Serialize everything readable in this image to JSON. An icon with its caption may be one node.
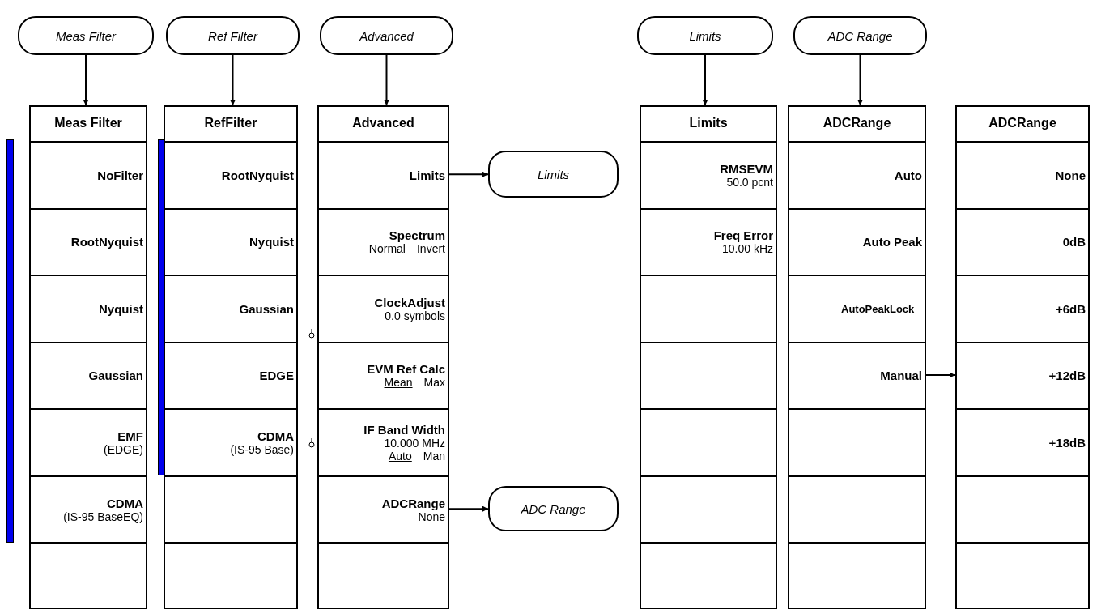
{
  "diagram": {
    "nodes": [
      {
        "text": [
          "Meas Filter"
        ]
      },
      {
        "text": [
          "Ref Filter"
        ]
      },
      {
        "text": [
          "Advanced"
        ]
      },
      {
        "text": [
          "Limits"
        ]
      },
      {
        "text": [
          "ADC Range"
        ]
      },
      {
        "text": [
          "Meas Filter"
        ]
      },
      {
        "text": [
          "NoFilter"
        ],
        "in": 5
      },
      {
        "text": [
          "RootNyquist"
        ],
        "in": 5
      },
      {
        "text": [
          "Nyquist"
        ],
        "in": 5
      },
      {
        "text": [
          "Gaussian"
        ],
        "in": 5
      },
      {
        "text": [
          "EMF",
          "(EDGE)"
        ],
        "in": 5
      },
      {
        "text": [
          "CDMA",
          "(IS-95 BaseEQ)"
        ],
        "in": 5
      },
      {
        "text": [],
        "shape": "box",
        "in": 5
      },
      {
        "text": [
          "RefFilter"
        ]
      },
      {
        "text": [
          "RootNyquist"
        ],
        "in": 13
      },
      {
        "text": [
          "Nyquist"
        ],
        "in": 13
      },
      {
        "text": [
          "Gaussian"
        ],
        "in": 13
      },
      {
        "text": [
          "EDGE"
        ],
        "in": 13
      },
      {
        "text": [
          "CDMA",
          "(IS-95 Base)"
        ],
        "in": 13
      },
      {
        "text": [],
        "shape": "box",
        "in": 13
      },
      {
        "text": [],
        "shape": "box",
        "in": 13
      },
      {
        "text": [
          "Advanced"
        ]
      },
      {
        "text": [
          "Limits"
        ],
        "in": 21
      },
      {
        "text": [
          "Spectrum",
          "Normal",
          "Invert"
        ],
        "in": 21
      },
      {
        "text": [
          "ClockAdjust",
          "0.0 symbols"
        ],
        "in": 21
      },
      {
        "text": [
          "EVM Ref Calc",
          "Mean",
          "Max"
        ],
        "in": 21
      },
      {
        "text": [
          "IF Band Width",
          "10.000 MHz",
          "Auto",
          "Man"
        ],
        "in": 21
      },
      {
        "text": [
          "ADCRange",
          "None"
        ],
        "in": 21
      },
      {
        "text": [],
        "shape": "box",
        "in": 21
      },
      {
        "text": [
          "Limits"
        ]
      },
      {
        "text": [
          "ADC Range"
        ]
      },
      {
        "text": [
          "Limits"
        ]
      },
      {
        "text": [
          "RMSEVM",
          "50.0 pcnt"
        ],
        "in": 31
      },
      {
        "text": [
          "Freq Error",
          "10.00 kHz"
        ],
        "in": 31
      },
      {
        "text": [],
        "shape": "box",
        "in": 31
      },
      {
        "text": [],
        "shape": "box",
        "in": 31
      },
      {
        "text": [],
        "shape": "box",
        "in": 31
      },
      {
        "text": [],
        "shape": "box",
        "in": 31
      },
      {
        "text": [],
        "shape": "box",
        "in": 31
      },
      {
        "text": [
          "ADCRange"
        ]
      },
      {
        "text": [
          "Auto"
        ],
        "in": 39
      },
      {
        "text": [
          "Auto Peak"
        ],
        "in": 39
      },
      {
        "text": [
          "AutoPeakLock"
        ],
        "in": 39
      },
      {
        "text": [
          "Manual"
        ],
        "in": 39
      },
      {
        "text": [],
        "shape": "box",
        "in": 39
      },
      {
        "text": [],
        "shape": "box",
        "in": 39
      },
      {
        "text": [],
        "shape": "box",
        "in": 39
      },
      {
        "text": [
          "ADCRange"
        ]
      },
      {
        "text": [
          "None"
        ],
        "in": 47
      },
      {
        "text": [
          "0dB"
        ],
        "in": 47
      },
      {
        "text": [
          "+6dB"
        ],
        "in": 47
      },
      {
        "text": [
          "+12dB"
        ],
        "in": 47
      },
      {
        "text": [
          "+18dB"
        ],
        "in": 47
      },
      {
        "text": [],
        "shape": "box",
        "in": 47
      },
      {
        "text": [],
        "shape": "box",
        "in": 47
      }
    ],
    "edges": [
      {
        "from": 0,
        "to": 5,
        "arrow": "to"
      },
      {
        "from": 1,
        "to": 13,
        "arrow": "to"
      },
      {
        "from": 2,
        "to": 21,
        "arrow": "to"
      },
      {
        "from": 22,
        "to": 29,
        "arrow": "to"
      },
      {
        "from": 27,
        "to": 30,
        "arrow": "to"
      },
      {
        "from": 3,
        "to": 31,
        "arrow": "to"
      },
      {
        "from": 4,
        "to": 39,
        "arrow": "to"
      },
      {
        "from": 43,
        "to": 47,
        "arrow": "to"
      }
    ]
  }
}
